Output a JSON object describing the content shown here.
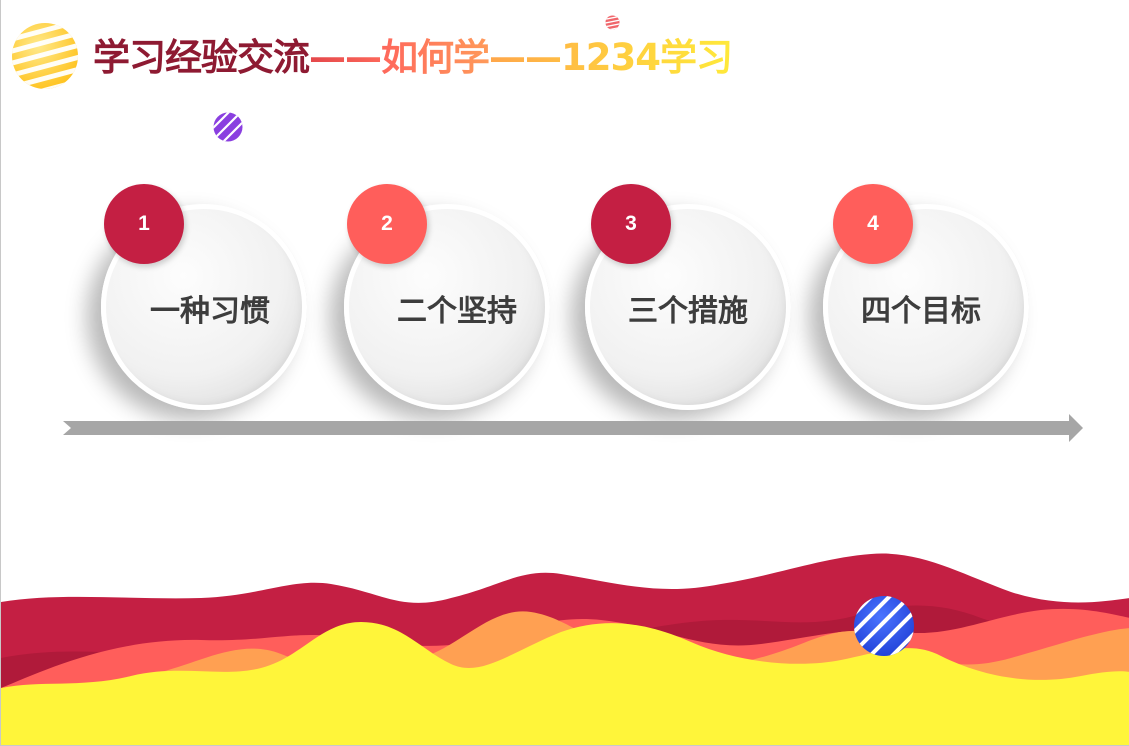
{
  "title": {
    "part1": "学习经验交流",
    "part2": "——如何学",
    "part3": "——1234学习"
  },
  "steps": [
    {
      "number": "1",
      "label": "一种习惯",
      "color": "#c41f43"
    },
    {
      "number": "2",
      "label": "二个坚持",
      "color": "#ff5e5b"
    },
    {
      "number": "3",
      "label": "三个措施",
      "color": "#c41f43"
    },
    {
      "number": "4",
      "label": "四个目标",
      "color": "#ff5e5b"
    }
  ],
  "colors": {
    "crimson": "#c41f43",
    "coral": "#ff5e5b",
    "orange": "#ffa052",
    "yellow": "#fff53a",
    "timeline_gray": "#a6a6a6"
  },
  "icons": {
    "top_left_ball": "yellow-striped-ball-icon",
    "small_red_ball": "red-striped-ball-icon",
    "purple_ball": "purple-striped-ball-icon",
    "blue_ball": "blue-striped-ball-icon"
  }
}
